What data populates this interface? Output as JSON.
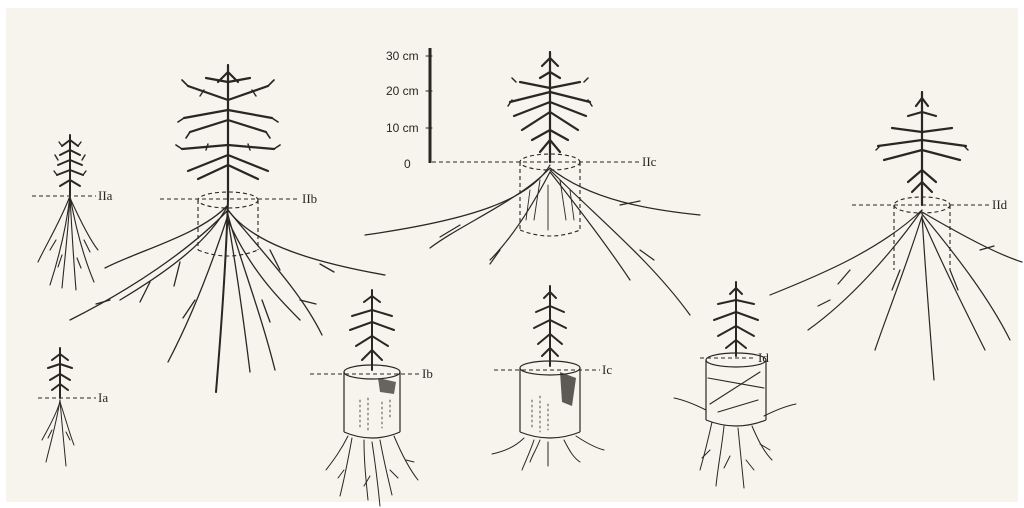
{
  "colors": {
    "paper": "#f6f4ec",
    "ink": "#2a2622"
  },
  "scale": {
    "unit": "cm",
    "ticks": [
      "30 cm",
      "20 cm",
      "10 cm",
      "0"
    ]
  },
  "plants": [
    {
      "id": "IIa",
      "label": "IIa"
    },
    {
      "id": "IIb",
      "label": "IIb"
    },
    {
      "id": "IIc",
      "label": "IIc"
    },
    {
      "id": "IId",
      "label": "IId"
    },
    {
      "id": "Ia",
      "label": "Ia"
    },
    {
      "id": "Ib",
      "label": "Ib"
    },
    {
      "id": "Ic",
      "label": "Ic"
    },
    {
      "id": "Id",
      "label": "Id"
    }
  ]
}
